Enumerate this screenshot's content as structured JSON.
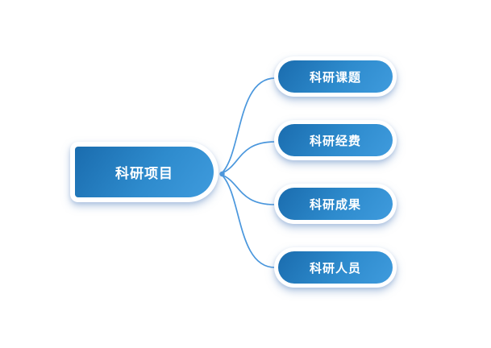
{
  "diagram": {
    "type": "mindmap",
    "root": {
      "label": "科研项目"
    },
    "branches": [
      {
        "label": "科研课题"
      },
      {
        "label": "科研经费"
      },
      {
        "label": "科研成果"
      },
      {
        "label": "科研人员"
      }
    ],
    "colors": {
      "canvas_bg": "#ffffff",
      "node_gradient_start": "#1a6cae",
      "node_gradient_mid": "#2e8bcd",
      "node_gradient_end": "#3f9bdd",
      "node_text": "#ffffff",
      "connector": "#4a97dd",
      "node_ring": "#ffffff"
    }
  }
}
